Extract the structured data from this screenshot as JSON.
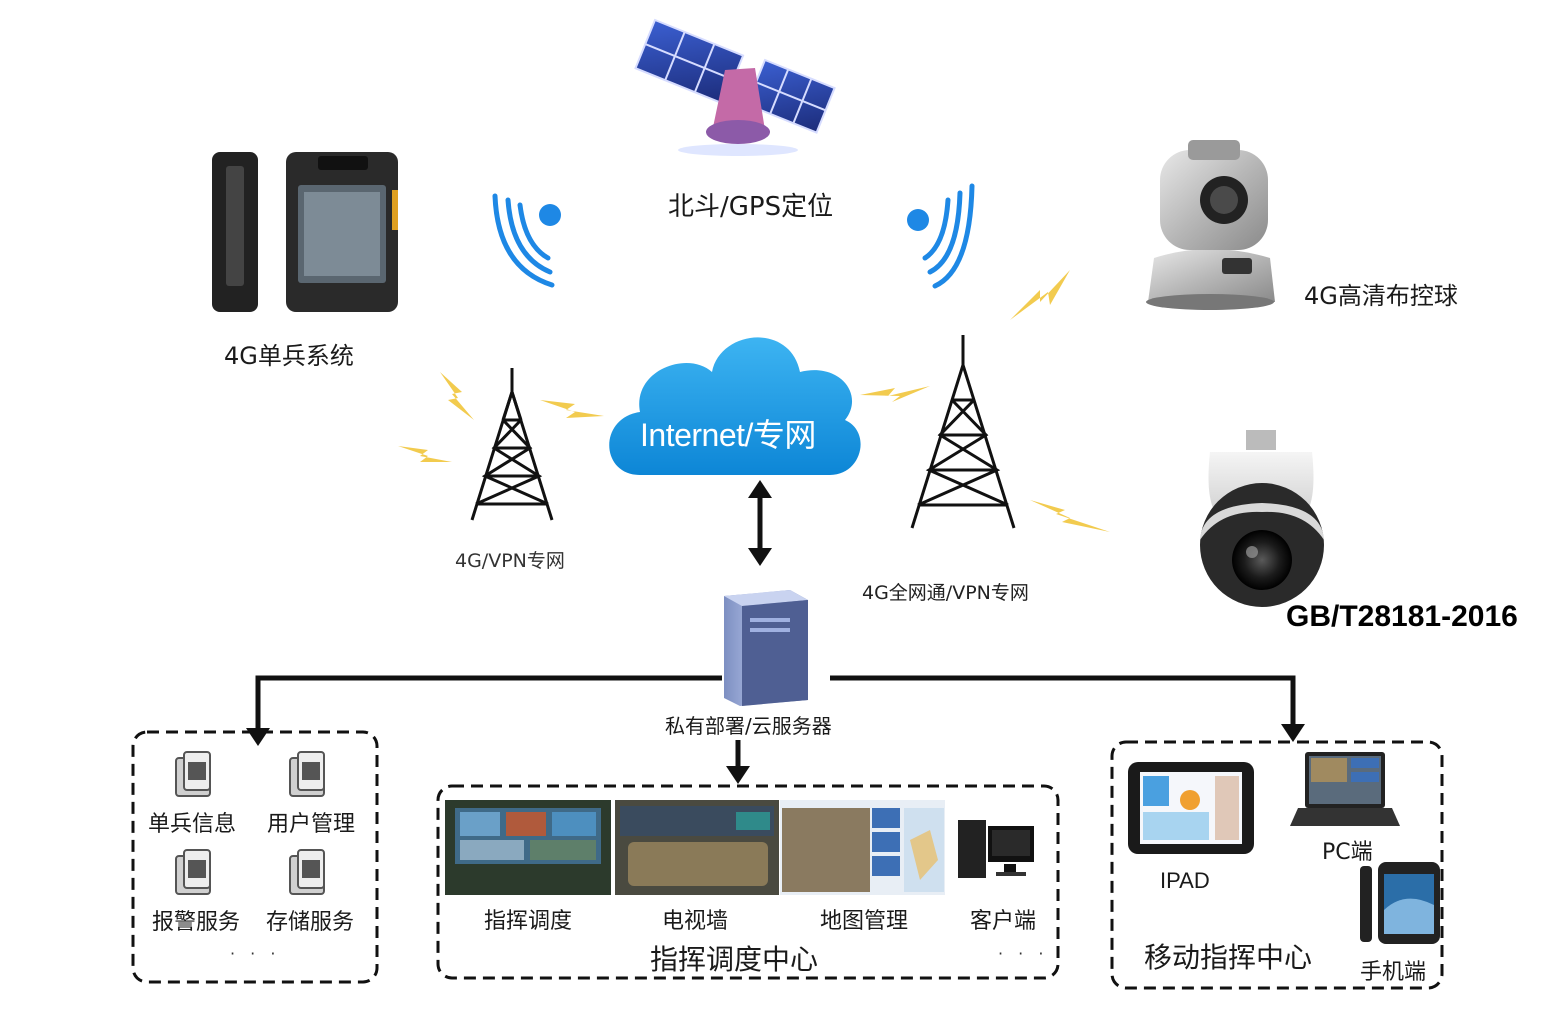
{
  "satellite": {
    "label": "北斗/GPS定位"
  },
  "devices": {
    "single_soldier": "4G单兵系统",
    "ptz_camera": "4G高清布控球",
    "dome_camera_standard": "GB/T28181-2016"
  },
  "network": {
    "cloud": "Internet/专网",
    "tower_left": "4G/VPN专网",
    "tower_right": "4G全网通/VPN专网"
  },
  "server": {
    "label": "私有部署/云服务器"
  },
  "service_panel": {
    "items": [
      "单兵信息",
      "用户管理",
      "报警服务",
      "存储服务"
    ],
    "more": "· · ·"
  },
  "command_center": {
    "title": "指挥调度中心",
    "items": [
      "指挥调度",
      "电视墙",
      "地图管理",
      "客户端"
    ],
    "more": "· · ·"
  },
  "mobile_center": {
    "title": "移动指挥中心",
    "items": {
      "ipad": "IPAD",
      "pc": "PC端",
      "phone": "手机端"
    }
  },
  "colors": {
    "cloud": "#1b9be0",
    "signal_blue": "#1e88e5",
    "lightning": "#f0c230",
    "line": "#111111"
  }
}
